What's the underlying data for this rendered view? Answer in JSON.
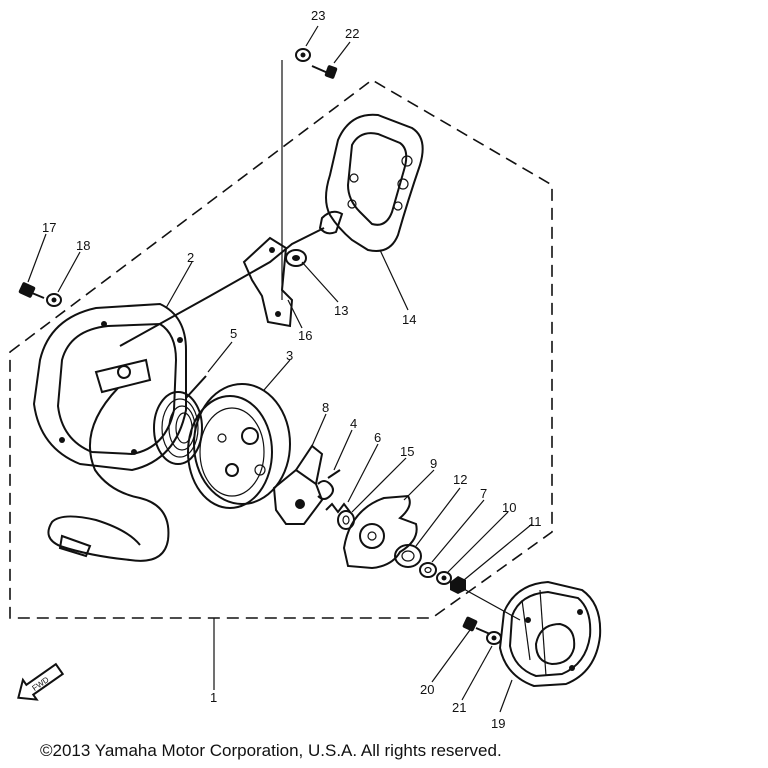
{
  "diagram": {
    "part_labels": {
      "p1": "1",
      "p2": "2",
      "p3": "3",
      "p4": "4",
      "p5": "5",
      "p6": "6",
      "p7": "7",
      "p8": "8",
      "p9": "9",
      "p10": "10",
      "p11": "11",
      "p12": "12",
      "p13": "13",
      "p14": "14",
      "p15": "15",
      "p16": "16",
      "p17": "17",
      "p18": "18",
      "p19": "19",
      "p20": "20",
      "p21": "21",
      "p22": "22",
      "p23": "23"
    },
    "fwd_label": "FWD",
    "line_color": "#111111",
    "background": "#ffffff"
  },
  "footer": {
    "copyright": "©2013 Yamaha Motor Corporation, U.S.A. All rights reserved."
  }
}
